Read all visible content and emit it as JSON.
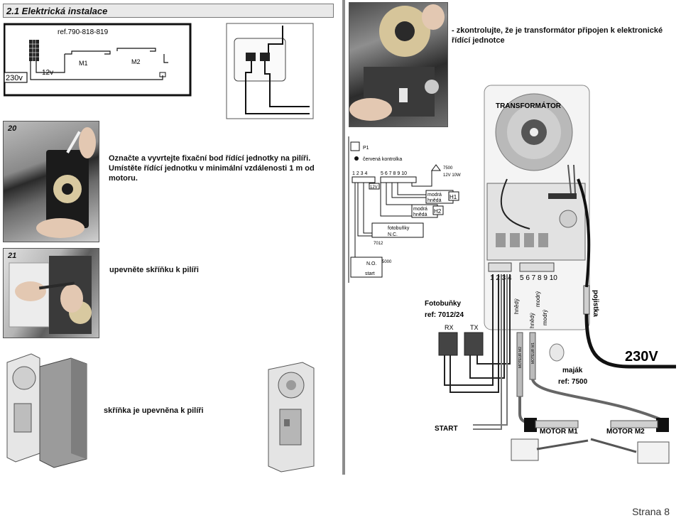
{
  "section": {
    "title": "2.1 Elektrická instalace"
  },
  "top_diagram": {
    "ref": "ref.790-818-819",
    "voltage": "230v",
    "low_voltage": "12v",
    "m1": "M1",
    "m2": "M2"
  },
  "step20": {
    "number": "20",
    "text": "Označte a vyvrtejte fixační bod řídící jednotky na pilíři. Umístěte řídící jednotku v minimální vzdálenosti 1 m od motoru."
  },
  "step21": {
    "number": "21",
    "text": "upevněte skříňku k pilíři"
  },
  "step22": {
    "text": "skříňka je upevněna k pilíři"
  },
  "check_text": "- zkontrolujte, že je transformátor připojen k elektronické řídící jednotce",
  "wiring": {
    "p1": "P1",
    "red_light": "červená kontrolka",
    "terminals_a": "1 2 3 4",
    "terminals_b": "5 6 7 8 9 10",
    "lamp_ref": "7500",
    "lamp_voltage": "12V 10W",
    "v12": "12V",
    "blue": "modrá",
    "brown": "hnědá",
    "h1": "H1",
    "h2": "H2",
    "photocells": "fotobuňky",
    "nc": "N.C.",
    "ref_7012": "7012",
    "no": "N.O.",
    "start": "start",
    "ref_5000": "5000"
  },
  "board": {
    "transformer": "TRANSFORMÁTOR",
    "fuse": "pojistka",
    "voltage": "230V",
    "terminals_a": "1 2 3 4",
    "terminals_b": "5 6 7 8 9 10",
    "wire_brown": "hnědý",
    "wire_blue": "modrý",
    "motor_m2_tag": "MOTEUR M2",
    "motor_m1_tag": "MOTEUR M1",
    "lamp_label": "maják",
    "lamp_ref": "ref: 7500",
    "photocells_title": "Fotobuňky",
    "photocells_ref": "ref: 7012/24",
    "rx": "RX",
    "tx": "TX",
    "start": "START",
    "motor1": "MOTOR M1",
    "motor2": "MOTOR M2"
  },
  "footer": {
    "page": "Strana 8"
  }
}
